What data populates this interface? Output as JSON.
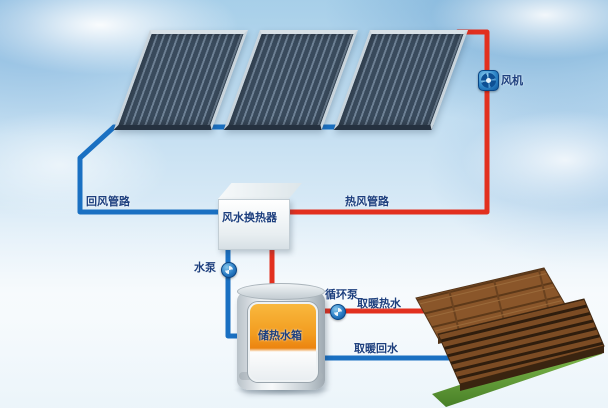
{
  "diagram": {
    "type": "solar-air-heating-system",
    "labels": {
      "fan": "风机",
      "return_air_pipe": "回风管路",
      "air_water_heat_exchanger": "风水换热器",
      "hot_air_pipe": "热风管路",
      "water_pump": "水泵",
      "circulation_pump": "循环泵",
      "heat_storage_tank": "储热水箱",
      "heating_hot_water": "取暖热水",
      "heating_return_water": "取暖回水"
    },
    "colors": {
      "hot_pipe": "#e2301f",
      "cold_pipe": "#1a70c2",
      "label_text": "#1d3f7e",
      "sky": "#a7cfe9",
      "tank_liquid": "#f29c1f",
      "collector_panel": "#45566a",
      "wood_floor": "#8a562a",
      "grass": "#5d9a35"
    }
  }
}
